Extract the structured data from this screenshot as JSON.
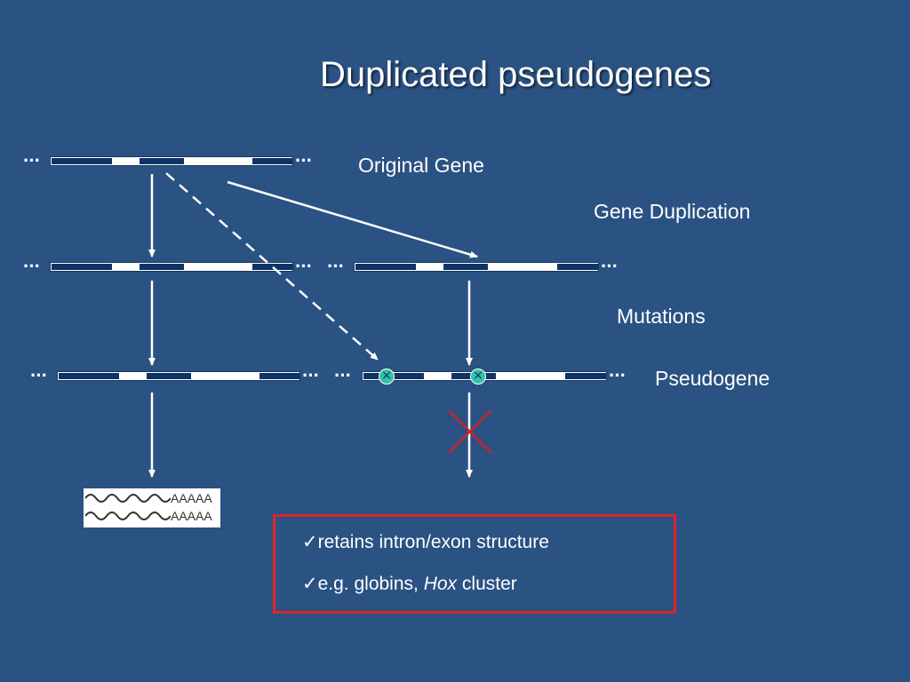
{
  "title": "Duplicated pseudogenes",
  "labels": {
    "original_gene": "Original Gene",
    "gene_duplication": "Gene Duplication",
    "mutations": "Mutations",
    "pseudogene": "Pseudogene"
  },
  "ellipsis": "···",
  "mrna": {
    "polya_top": "AAAAA",
    "polya_bottom": "AAAAA"
  },
  "notes": {
    "check_mark": "✓",
    "line1": "retains intron/exon structure",
    "line2_prefix": "e.g. globins, ",
    "line2_italic": "Hox",
    "line2_suffix": " cluster"
  },
  "colors": {
    "background": "#2a5283",
    "exon": "#0d3466",
    "mutation_marker": "#33c2a5",
    "blocked_cross": "#d0202a",
    "callout_border": "#e3242b"
  },
  "icons": {
    "mutation": "circled-x-icon",
    "blocked": "red-x-icon",
    "check": "check-mark-icon"
  }
}
